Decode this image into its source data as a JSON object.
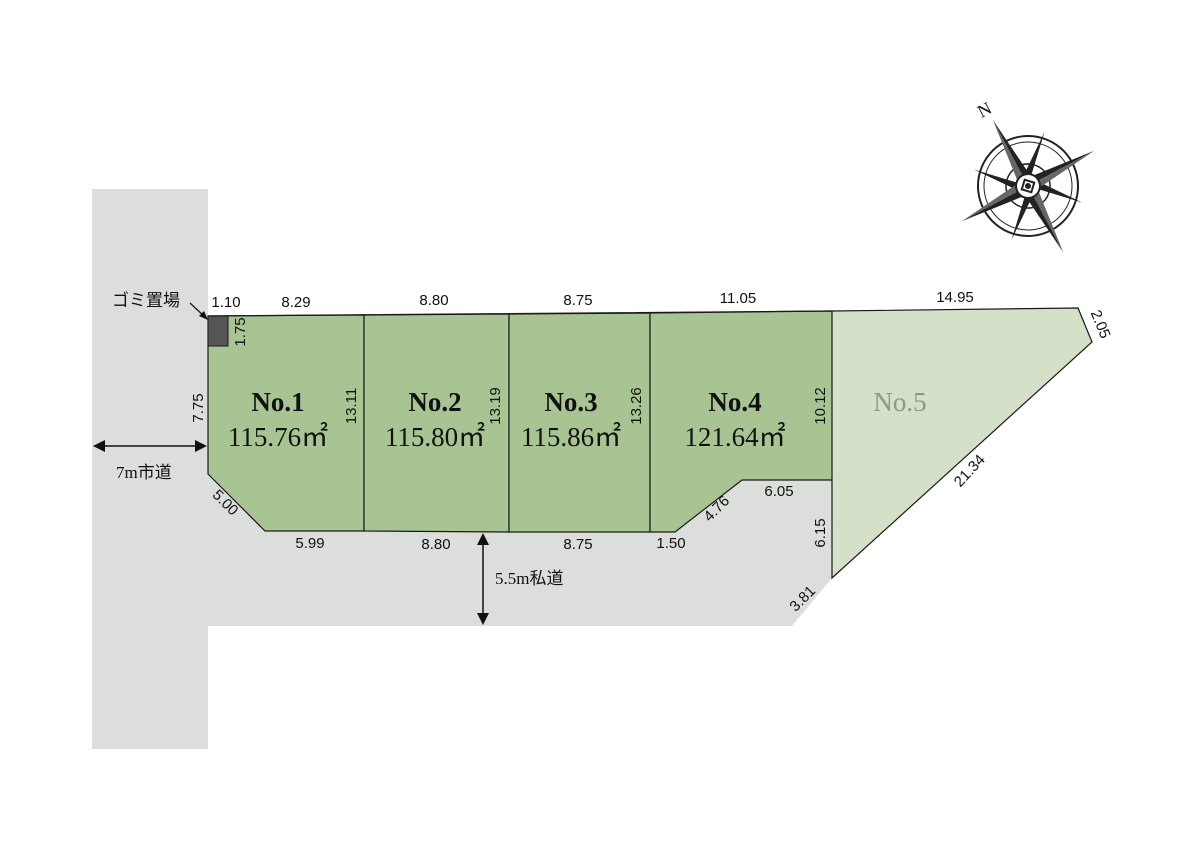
{
  "lots": [
    {
      "name": "No.1",
      "area": "115.76㎡"
    },
    {
      "name": "No.2",
      "area": "115.80㎡"
    },
    {
      "name": "No.3",
      "area": "115.86㎡"
    },
    {
      "name": "No.4",
      "area": "121.64㎡"
    },
    {
      "name": "No.5"
    }
  ],
  "roads": {
    "city_road": "7m市道",
    "private_road": "5.5m私道",
    "garbage": "ゴミ置場"
  },
  "compass": {
    "north": "N"
  },
  "dimensions": {
    "top": [
      "1.10",
      "8.29",
      "8.80",
      "8.75",
      "11.05",
      "14.95"
    ],
    "right_tip": "2.05",
    "diagonal": "21.34",
    "garbage_depth": "1.75",
    "left_edge": "7.75",
    "corner": "5.00",
    "bottom": [
      "5.99",
      "8.80",
      "8.75",
      "1.50"
    ],
    "notch_diag": "4.76",
    "notch_top": "6.05",
    "notch_side": "6.15",
    "road_tip": "3.81",
    "dividers": [
      "13.11",
      "13.19",
      "13.26",
      "10.12"
    ]
  },
  "colors": {
    "road": "#dcdedc",
    "lot": "#a8c493",
    "lot5": "#d4e0c7",
    "garbage": "#555555"
  }
}
